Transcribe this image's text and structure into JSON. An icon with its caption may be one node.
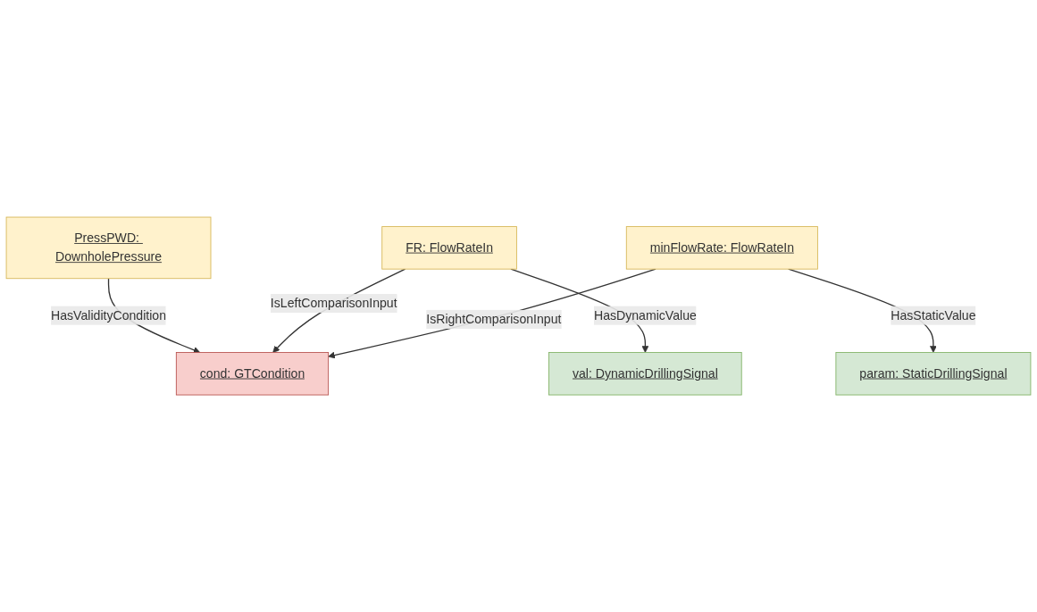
{
  "diagram": {
    "nodes": [
      {
        "text": [
          "PressPWD: DownholePressure"
        ]
      },
      {
        "text": [
          "cond: GTCondition"
        ]
      },
      {
        "text": [
          "FR: FlowRateIn"
        ]
      },
      {
        "text": [
          "minFlowRate: FlowRateIn"
        ]
      },
      {
        "text": [
          "val: DynamicDrillingSignal"
        ]
      },
      {
        "text": [
          "param: StaticDrillingSignal"
        ]
      }
    ],
    "edges": [
      {
        "from": 0,
        "to": 1,
        "arrow": "to",
        "label": "HasValidityCondition"
      },
      {
        "from": 2,
        "to": 1,
        "arrow": "to",
        "label": "IsLeftComparisonInput"
      },
      {
        "from": 3,
        "to": 1,
        "arrow": "to",
        "label": "IsRightComparisonInput"
      },
      {
        "from": 2,
        "to": 4,
        "arrow": "to",
        "label": "HasDynamicValue"
      },
      {
        "from": 3,
        "to": 5,
        "arrow": "to",
        "label": "HasStaticValue"
      }
    ]
  }
}
